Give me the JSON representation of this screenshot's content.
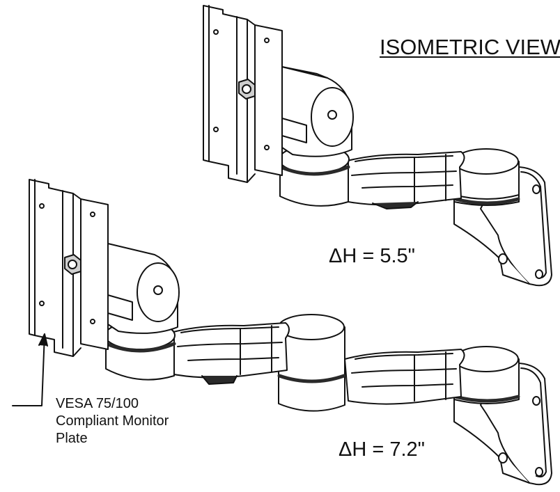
{
  "title": "ISOMETRIC VIEW",
  "views": [
    {
      "delta_label": "ΔH = 5.5\""
    },
    {
      "delta_label": "ΔH = 7.2\""
    }
  ],
  "callout": {
    "lines": [
      "VESA 75/100",
      "Compliant Monitor",
      "Plate"
    ]
  },
  "colors": {
    "stroke": "#111111",
    "fill": "#ffffff",
    "shade": "#2a2a2a"
  }
}
